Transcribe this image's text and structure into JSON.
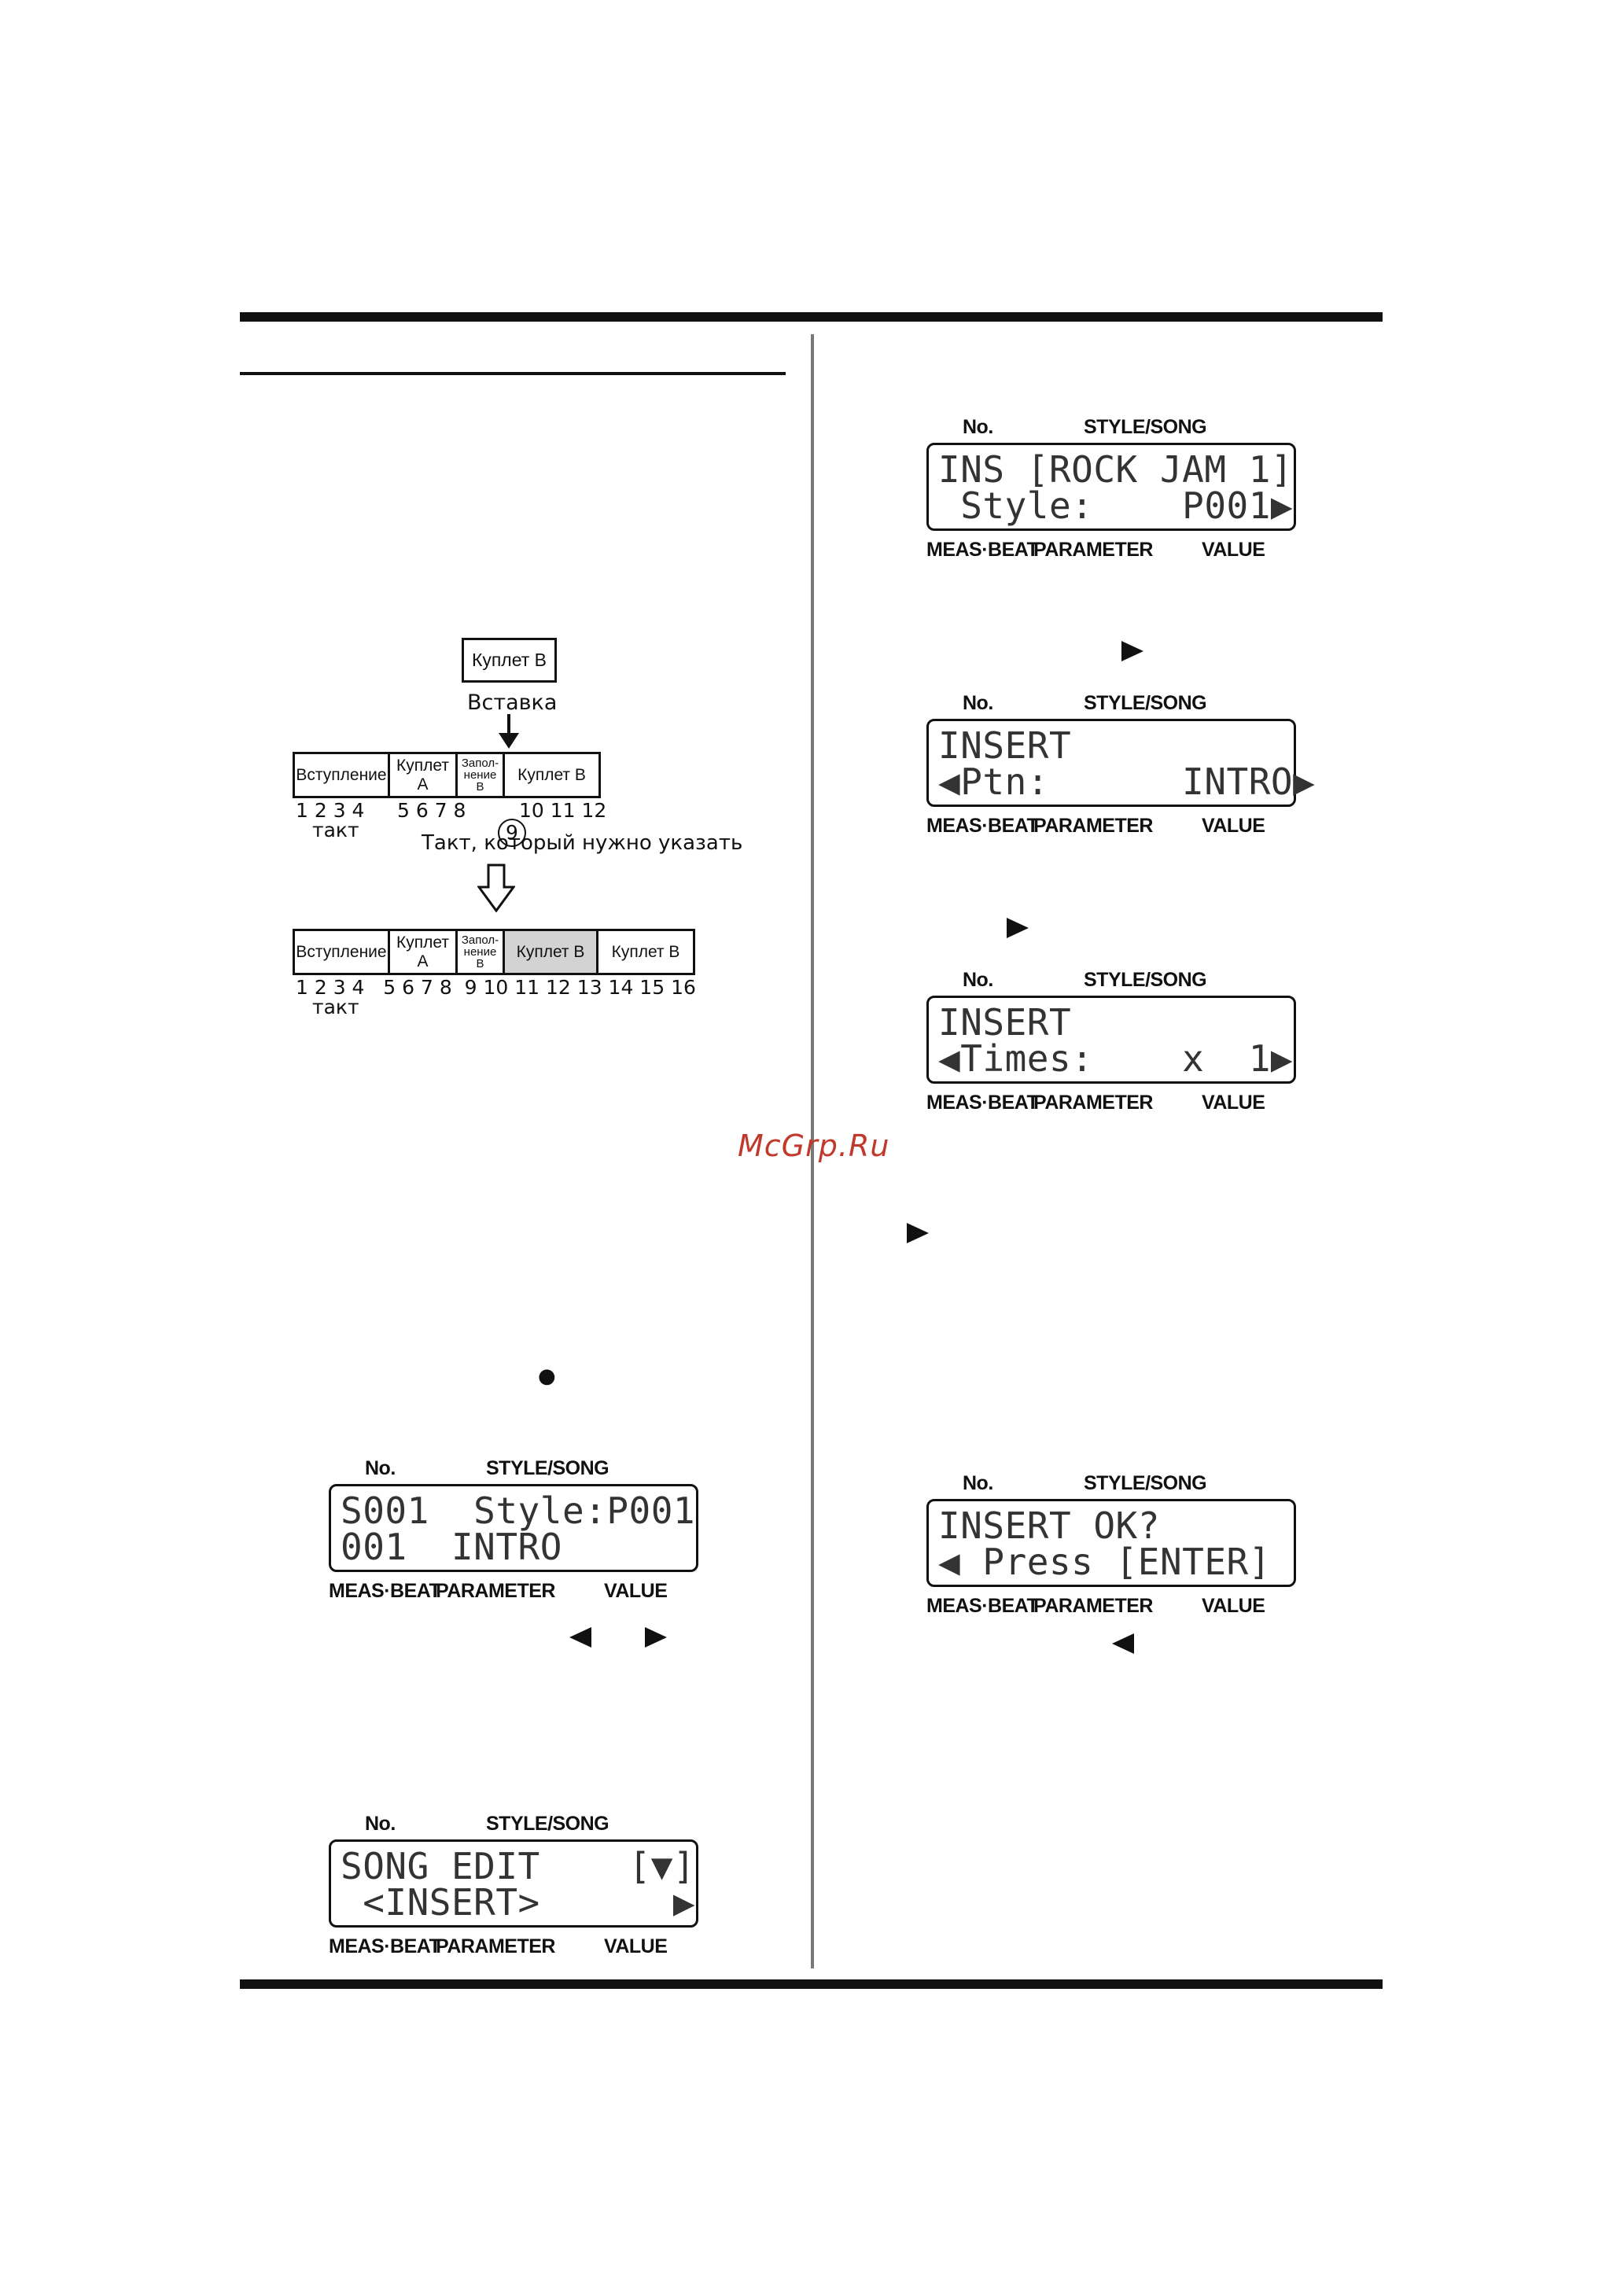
{
  "watermark": "McGrp.Ru",
  "diagram": {
    "top_box": "Куплет B",
    "insert_label": "Вставка",
    "row1_segments": [
      "Вступление",
      "Куплет A",
      "Запол-\nнение\nB",
      "Куплет B"
    ],
    "row1_nums_a": "1 2 3 4",
    "row1_nums_b": "5 6 7 8",
    "row1_nums_circle": "9",
    "row1_nums_c": "10 11 12",
    "takt_label": "такт",
    "measure_note": "Такт, который нужно указать",
    "row2_segments": [
      "Вступление",
      "Куплет A",
      "Запол-\nнение\nB",
      "Куплет B",
      "Куплет B"
    ],
    "row2_nums": "1 2 3 4   5 6 7 8  9 10 11 12 13 14 15 16",
    "takt_label2": "такт"
  },
  "lcd_labels": {
    "no": "No.",
    "style_song": "STYLE/SONG",
    "meas_beat": "MEAS·BEAT",
    "parameter": "PARAMETER",
    "value": "VALUE"
  },
  "lcd_song_main": {
    "line1": "S001  Style:P001",
    "line2": "001  INTRO"
  },
  "lcd_song_edit": {
    "line1": "SONG EDIT    [▼]",
    "line2": " <INSERT>      ▶"
  },
  "lcd_ins_style": {
    "line1": "INS [ROCK JAM 1]",
    "line2": " Style:    P001▶"
  },
  "lcd_insert_ptn": {
    "line1": "INSERT",
    "line2": "◀Ptn:      INTRO▶"
  },
  "lcd_insert_times": {
    "line1": "INSERT",
    "line2": "◀Times:    x  1▶"
  },
  "lcd_insert_ok": {
    "line1": "INSERT OK?",
    "line2": "◀ Press [ENTER]"
  },
  "symbols": {
    "dot": "●"
  }
}
